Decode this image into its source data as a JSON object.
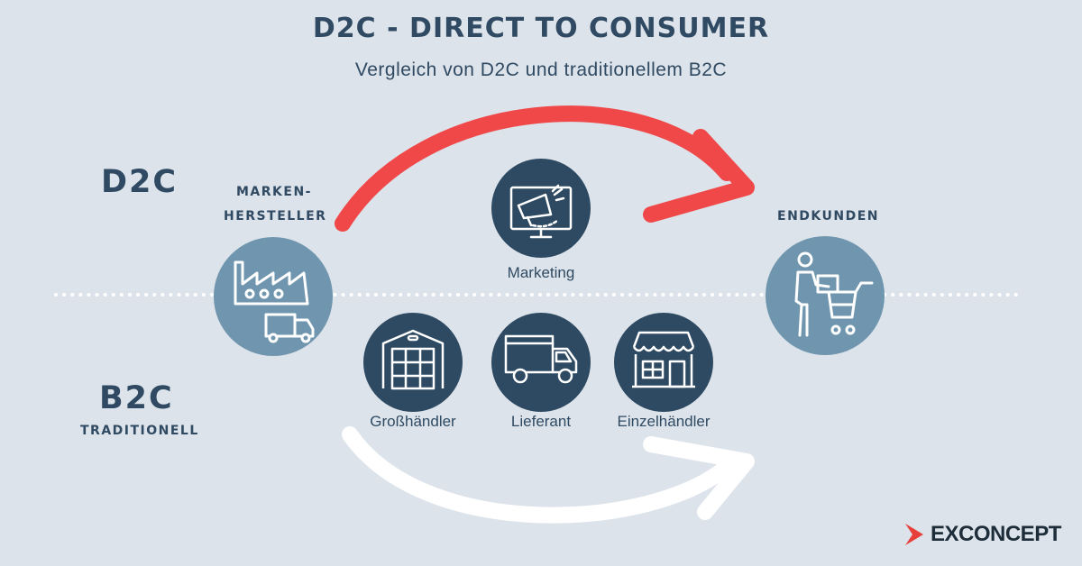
{
  "header": {
    "title": "D2C - DIRECT TO CONSUMER",
    "subtitle": "Vergleich von D2C und traditionellem B2C"
  },
  "rows": {
    "d2c_label": "D2C",
    "b2c_label": "B2C",
    "b2c_sublabel": "TRADITIONELL"
  },
  "nodes": {
    "manufacturer_line1": "MARKEN-",
    "manufacturer_line2": "HERSTELLER",
    "marketing": "Marketing",
    "wholesaler": "Großhändler",
    "supplier": "Lieferant",
    "retailer": "Einzelhändler",
    "customer": "ENDKUNDEN"
  },
  "icons": {
    "manufacturer": "factory-truck-icon",
    "marketing": "megaphone-monitor-icon",
    "wholesaler": "warehouse-icon",
    "supplier": "delivery-truck-icon",
    "retailer": "storefront-icon",
    "customer": "shopper-cart-icon"
  },
  "brand": {
    "logo_text": "EXCONCEPT"
  },
  "colors": {
    "background": "#dce3ea",
    "text": "#2f4a62",
    "circle_dark": "#2e4a62",
    "circle_light": "#6f96ae",
    "arrow_d2c": "#f04848",
    "arrow_b2c": "#ffffff",
    "logo_red": "#e8403a"
  }
}
